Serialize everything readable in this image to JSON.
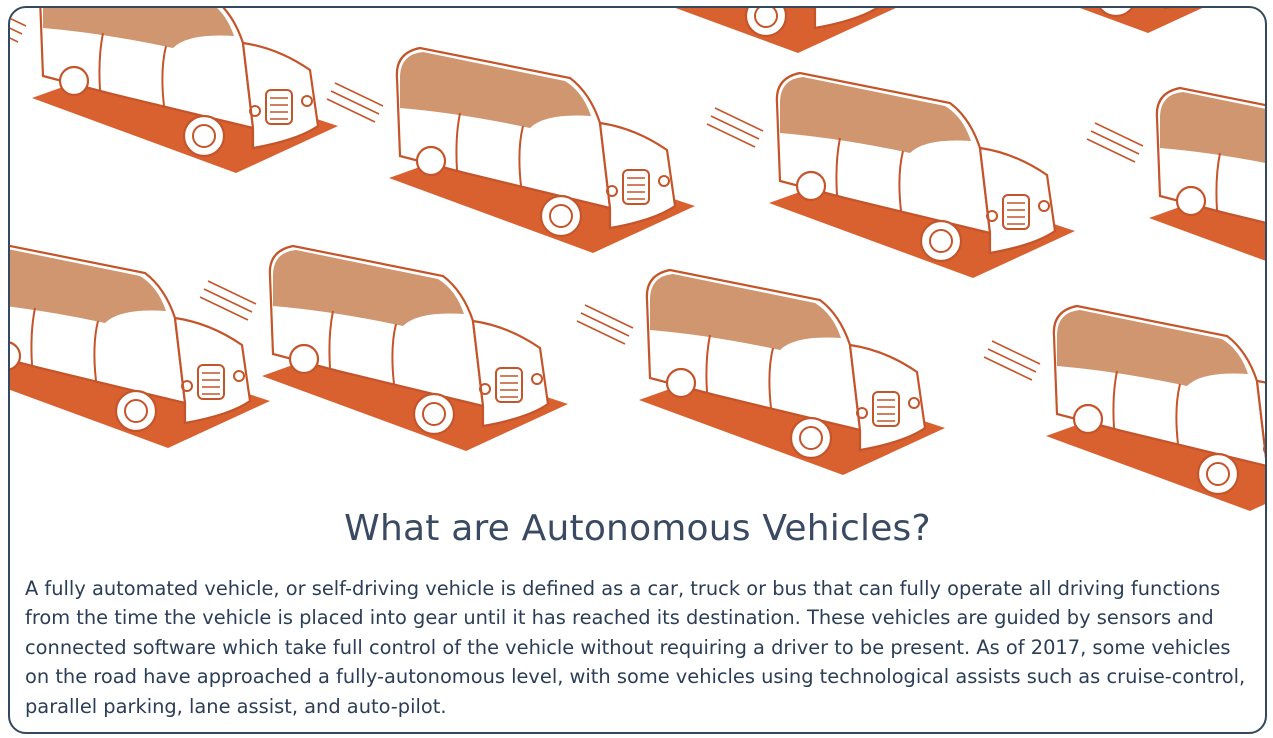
{
  "card": {
    "title": "What are Autonomous Vehicles?",
    "body": "A fully automated vehicle, or self-driving vehicle is defined as a car, truck or bus that can fully operate all driving functions from the time the vehicle is placed into gear until it has reached its destination. These vehicles are guided by sensors and connected software which take full control of the vehicle without requiring a driver to be present. As of 2017, some vehicles on the road have approached a fully-autonomous level, with some vehicles using technological assists such as cruise-control, parallel parking, lane assist, and auto-pilot."
  },
  "illustration": {
    "subject": "autonomous-cars-pattern",
    "colors": {
      "shadow": "#d9602f",
      "roof": "#cf9670",
      "outline": "#c4552b",
      "body": "#ffffff",
      "frame": "#34495e"
    }
  }
}
